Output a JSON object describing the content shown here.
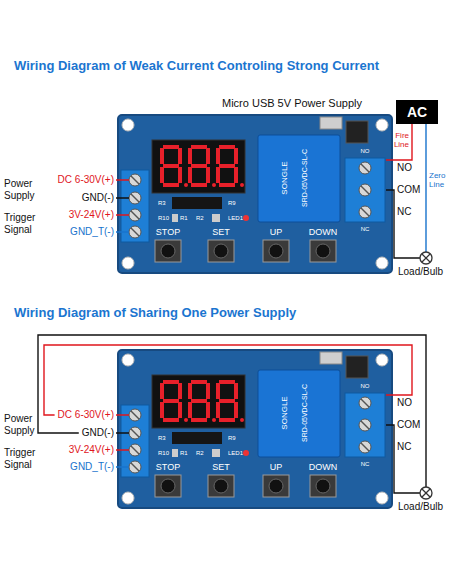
{
  "diagram": {
    "title": "Wiring Diagram of Weak Current Controling Strong Current",
    "nodes": [
      {
        "text": [
          "AC"
        ]
      }
    ],
    "edges": [],
    "labels": [
      "Micro USB 5V Power Supply",
      "Fire Line",
      "Zero Line",
      "Power Supply",
      "Trigger Signal",
      "DC 6-30V(+)",
      "GND(-)",
      "3V-24V(+)",
      "GND_T(-)",
      "STOP",
      "SET",
      "UP",
      "DOWN",
      "NO",
      "COM",
      "NC",
      "Load/Bulb",
      "NO",
      "NC",
      "SONGLE",
      "SRD-05VDC-SL-C",
      "R3",
      "R10",
      "R1",
      "R2",
      "LED1",
      "R9",
      "Wiring Diagram of Sharing One Power Supply",
      "Power Supply",
      "Trigger Signal",
      "DC 6-30V(+)",
      "GND(-)",
      "3V-24V(+)",
      "GND_T(-)",
      "STOP",
      "SET",
      "UP",
      "DOWN",
      "NO",
      "COM",
      "NC",
      "Load/Bulb",
      "NO",
      "NC",
      "SONGLE",
      "SRD-05VDC-SL-C",
      "R3",
      "R10",
      "R1",
      "R2",
      "LED1",
      "R9"
    ]
  }
}
